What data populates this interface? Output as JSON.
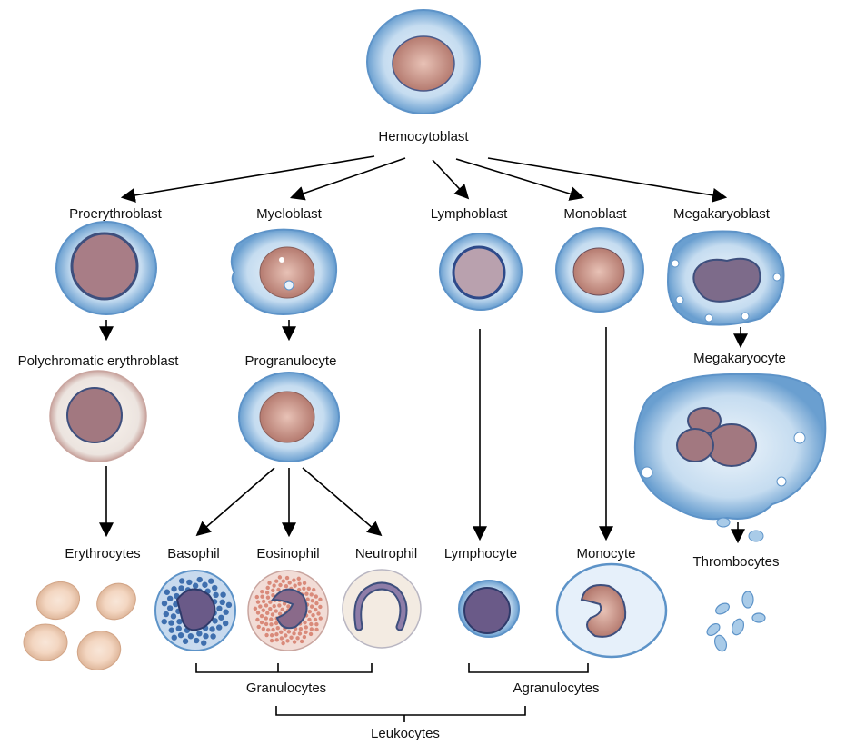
{
  "title": "Hemocytoblast differentiation",
  "labels": {
    "hemocytoblast": "Hemocytoblast",
    "proerythroblast": "Proerythroblast",
    "myeloblast": "Myeloblast",
    "lymphoblast": "Lymphoblast",
    "monoblast": "Monoblast",
    "megakaryoblast": "Megakaryoblast",
    "polychromatic": "Polychromatic erythroblast",
    "progranulocyte": "Progranulocyte",
    "megakaryocyte": "Megakaryocyte",
    "erythrocytes": "Erythrocytes",
    "basophil": "Basophil",
    "eosinophil": "Eosinophil",
    "neutrophil": "Neutrophil",
    "lymphocyte": "Lymphocyte",
    "monocyte": "Monocyte",
    "thrombocytes": "Thrombocytes",
    "granulocytes": "Granulocytes",
    "agranulocytes": "Agranulocytes",
    "leukocytes": "Leukocytes"
  },
  "colors": {
    "cytoplasm": "#a9cbe8",
    "cytoplasm_edge": "#5d93c8",
    "nucleus": "#d9a69a",
    "nucleus_dark": "#4a5a8a",
    "rbc": "#f0d2bd",
    "eos_granule": "#d98a7a",
    "baso_granule": "#3f6fae"
  }
}
